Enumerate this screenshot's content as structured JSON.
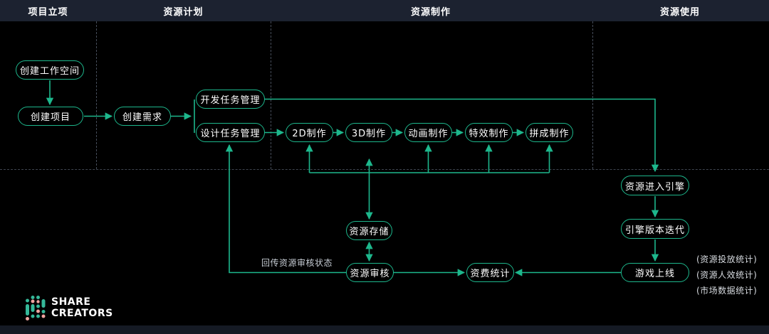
{
  "header": {
    "columns": [
      {
        "label": "项目立项"
      },
      {
        "label": "资源计划"
      },
      {
        "label": "资源制作"
      },
      {
        "label": "资源使用"
      }
    ]
  },
  "nodes": {
    "create_workspace": "创建工作空间",
    "create_project": "创建项目",
    "create_demand": "创建需求",
    "dev_task_mgmt": "开发任务管理",
    "design_task_mgmt": "设计任务管理",
    "production_2d": "2D制作",
    "production_3d": "3D制作",
    "animation": "动画制作",
    "vfx": "特效制作",
    "assembly": "拼成制作",
    "asset_storage": "资源存储",
    "asset_review": "资源审核",
    "fee_stats": "资费统计",
    "asset_into_engine": "资源进入引擎",
    "engine_iteration": "引擎版本迭代",
    "game_launch": "游戏上线"
  },
  "labels": {
    "review_feedback": "回传资源审核状态"
  },
  "annotations": [
    "(资源投放统计)",
    "(资源人效统计)",
    "(市场数据统计)"
  ],
  "logo": {
    "line1": "SHARE",
    "line2": "CREATORS"
  },
  "colors": {
    "accent": "#1db78c",
    "header_bg": "#1c2230",
    "background": "#000000",
    "dashed_line": "#454c59",
    "text": "#ffffff",
    "muted_text": "#c6ccd4",
    "logo_teal": "#35b899",
    "logo_pink": "#efa3a0"
  }
}
